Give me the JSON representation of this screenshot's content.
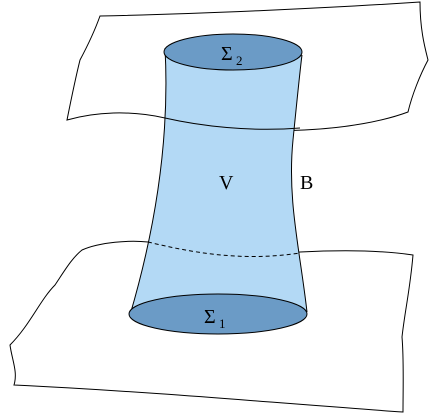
{
  "labels": {
    "sigma_top": "Σ",
    "sigma_top_sub": "2",
    "sigma_bottom": "Σ",
    "sigma_bottom_sub": "1",
    "volume": "V",
    "boundary": "B"
  },
  "colors": {
    "cylinder_fill": "#b3d9f5",
    "cap_fill": "#6b9bc6",
    "stroke": "#000000",
    "background": "#ffffff"
  }
}
